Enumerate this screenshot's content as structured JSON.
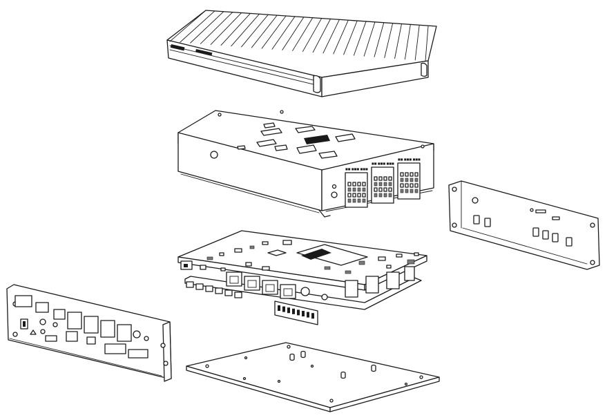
{
  "diagram": {
    "components": [
      {
        "id": "heatsink-top-cover"
      },
      {
        "id": "chassis-tray"
      },
      {
        "id": "main-board"
      },
      {
        "id": "front-io-panel"
      },
      {
        "id": "rear-io-panel"
      },
      {
        "id": "bottom-plate"
      }
    ]
  },
  "colors": {
    "line": "#1a1a1a",
    "background": "#ffffff"
  }
}
